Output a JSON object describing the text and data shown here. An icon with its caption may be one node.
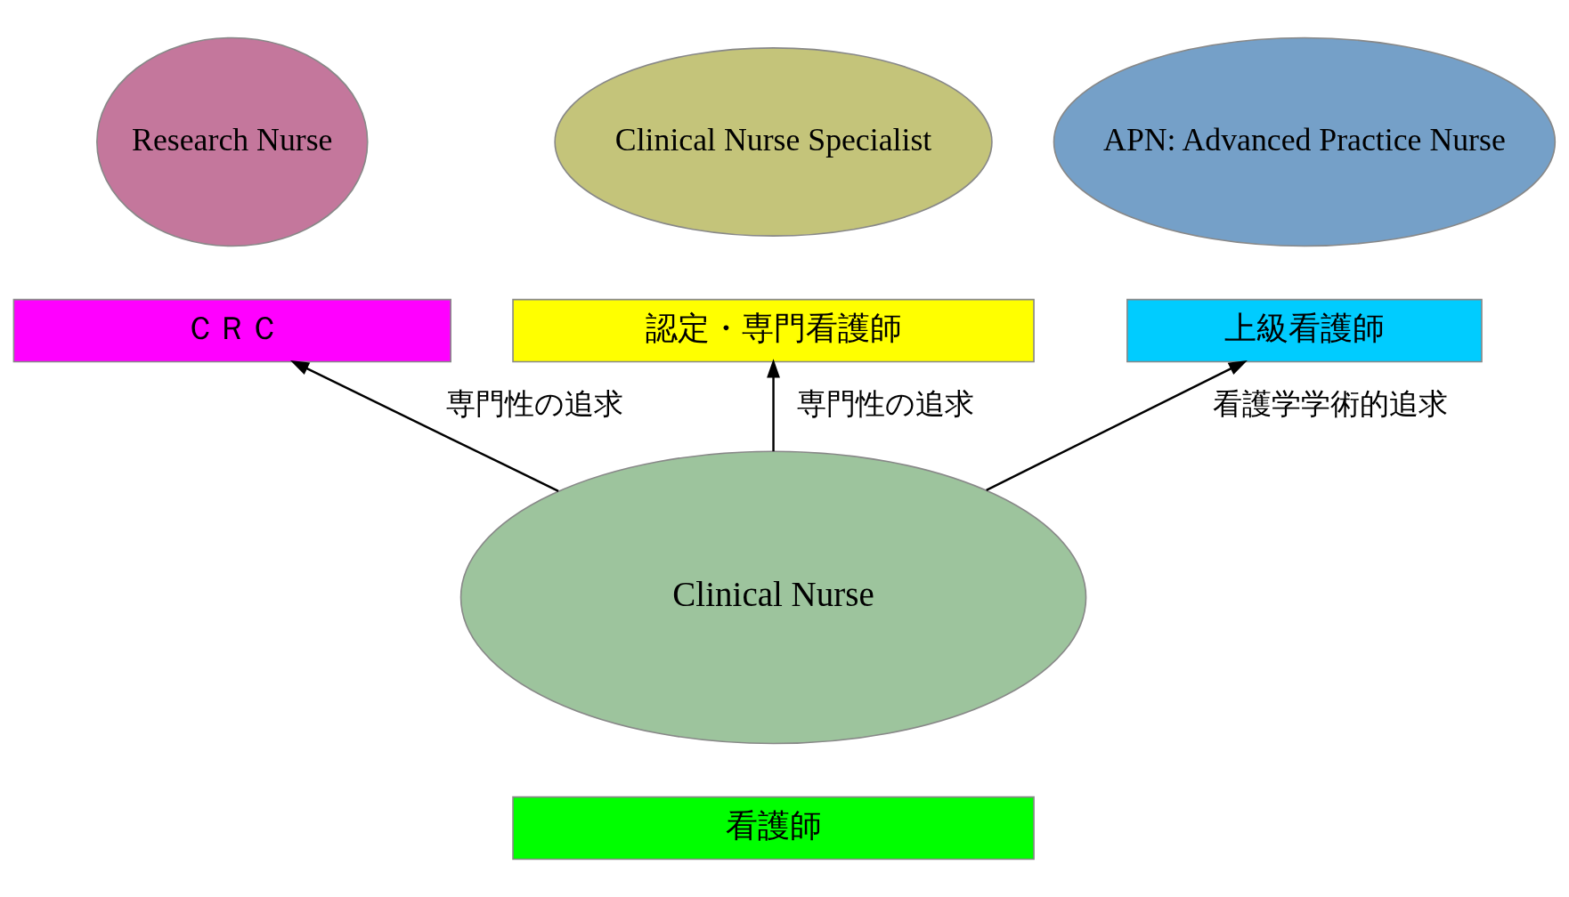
{
  "diagram": {
    "nodes": [
      {
        "text": [
          "Research Nurse"
        ]
      },
      {
        "text": [
          "ＣＲＣ"
        ]
      },
      {
        "text": [
          "Clinical Nurse Specialist"
        ]
      },
      {
        "text": [
          "認定・専門看護師"
        ]
      },
      {
        "text": [
          "APN: Advanced Practice Nurse"
        ]
      },
      {
        "text": [
          "上級看護師"
        ]
      },
      {
        "text": [
          "Clinical Nurse"
        ]
      },
      {
        "text": [
          "看護師"
        ]
      }
    ],
    "edges": [
      {
        "from": 6,
        "to": 1,
        "arrow": "to",
        "label": "専門性の追求"
      },
      {
        "from": 6,
        "to": 3,
        "arrow": "to",
        "label": "専門性の追求"
      },
      {
        "from": 6,
        "to": 5,
        "arrow": "to",
        "label": "看護学学術的追求"
      }
    ]
  }
}
